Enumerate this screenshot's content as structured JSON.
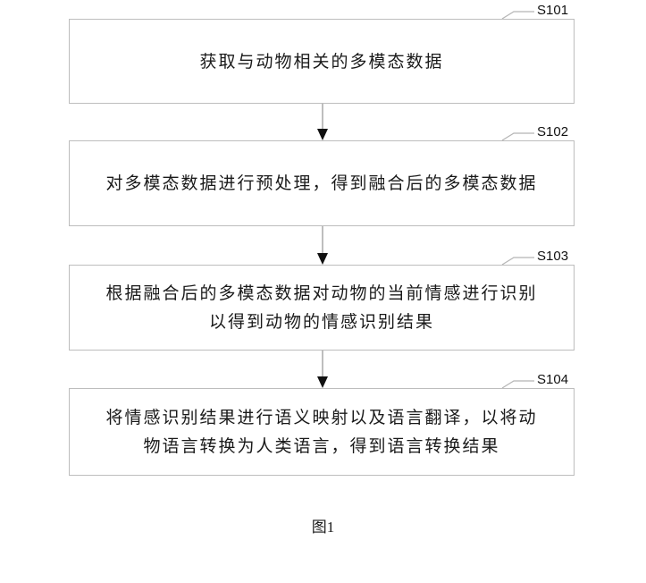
{
  "steps": [
    {
      "id": "S101",
      "text": "获取与动物相关的多模态数据"
    },
    {
      "id": "S102",
      "text": "对多模态数据进行预处理，得到融合后的多模态数据"
    },
    {
      "id": "S103",
      "text": "根据融合后的多模态数据对动物的当前情感进行识别\n以得到动物的情感识别结果"
    },
    {
      "id": "S104",
      "text": "将情感识别结果进行语义映射以及语言翻译，以将动\n物语言转换为人类语言，得到语言转换结果"
    }
  ],
  "caption": "图1"
}
